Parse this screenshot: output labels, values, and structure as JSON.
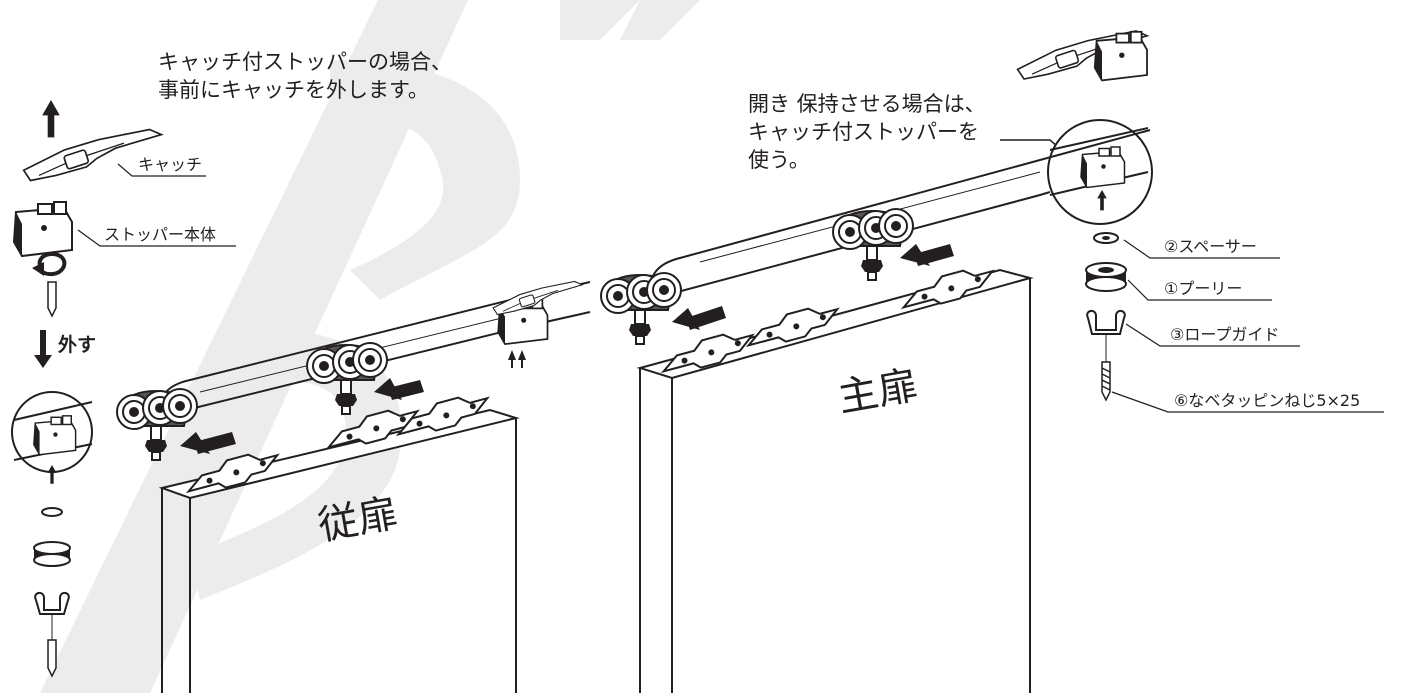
{
  "notes": {
    "catch_instruction": "キャッチ付ストッパーの場合、\n事前にキャッチを外します。",
    "hold_open_instruction": "開き 保持させる場合は、\nキャッチ付ストッパーを\n使う。"
  },
  "left_parts": {
    "catch_label": "キャッチ",
    "stopper_body_label": "ストッパー本体",
    "remove_label": "外す"
  },
  "doors": {
    "secondary_door": "従扉",
    "main_door": "主扉"
  },
  "parts_list": [
    {
      "id": "spacer",
      "label": "②スペーサー"
    },
    {
      "id": "pulley",
      "label": "①プーリー"
    },
    {
      "id": "rope-guide",
      "label": "③ロープガイド"
    },
    {
      "id": "screw",
      "label": "⑥なベタッピンねじ5×25"
    }
  ],
  "colors": {
    "line": "#231f20",
    "watermark": "#ececec",
    "fill_dark": "#231f20",
    "fill_light": "#ffffff"
  }
}
